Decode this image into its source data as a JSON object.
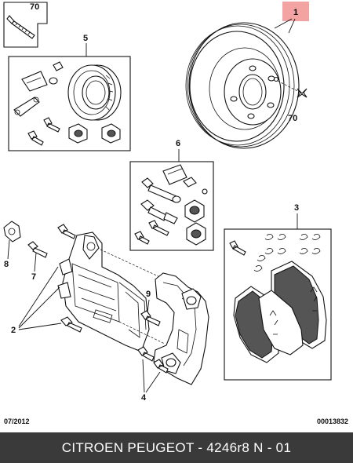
{
  "callouts": {
    "c1": "1",
    "c2": "2",
    "c3": "3",
    "c4": "4",
    "c5": "5",
    "c6": "6",
    "c7": "7",
    "c8": "8",
    "c9": "9",
    "c70a": "70",
    "c70b": "70"
  },
  "footer": {
    "date": "07/2012",
    "code": "00013832",
    "title": "CITROEN PEUGEOT - 4246r8      N - 01"
  },
  "colors": {
    "callout_highlight": "#f4a3a3",
    "footer_bg": "#3a3a3a",
    "pad_fill": "#555555"
  }
}
